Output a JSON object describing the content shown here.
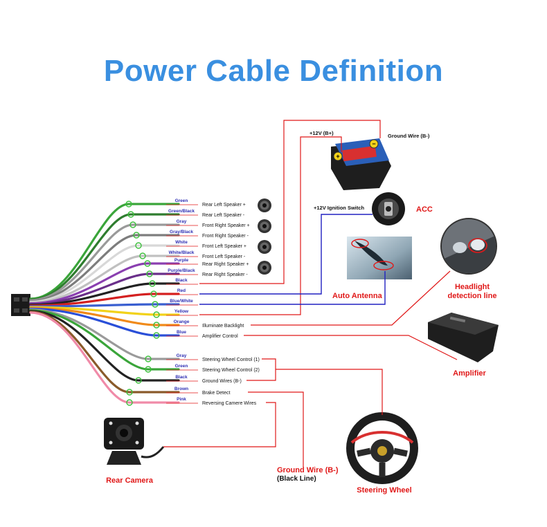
{
  "title": "Power Cable Definition",
  "wires": [
    {
      "color_name": "Green",
      "function": "Rear Left Speaker +",
      "hex": "#3aa53a"
    },
    {
      "color_name": "Green/Black",
      "function": "Rear Left Speaker -",
      "hex": "#2f7d2f"
    },
    {
      "color_name": "Gray",
      "function": "Front Right Speaker +",
      "hex": "#9a9a9a"
    },
    {
      "color_name": "Gray/Black",
      "function": "Front Right Speaker -",
      "hex": "#7d7d7d"
    },
    {
      "color_name": "White",
      "function": "Front Left Speaker +",
      "hex": "#d8d8d8"
    },
    {
      "color_name": "White/Black",
      "function": "Front Left Speaker -",
      "hex": "#c0c0c0"
    },
    {
      "color_name": "Purple",
      "function": "Rear Right Speaker +",
      "hex": "#8a3fb0"
    },
    {
      "color_name": "Purple/Black",
      "function": "Rear Right Speaker -",
      "hex": "#6a2f8a"
    },
    {
      "color_name": "Black",
      "function": "",
      "hex": "#222222"
    },
    {
      "color_name": "Red",
      "function": "",
      "hex": "#d42020"
    },
    {
      "color_name": "Blue/White",
      "function": "",
      "hex": "#3a5fd0"
    },
    {
      "color_name": "Yellow",
      "function": "",
      "hex": "#f2d21a"
    },
    {
      "color_name": "Orange",
      "function": "Illuminate Backlight",
      "hex": "#f08a1a"
    },
    {
      "color_name": "Blue",
      "function": "Amplifier Control",
      "hex": "#2a4fd8"
    },
    {
      "color_name": "Gray",
      "function": "Steering Wheel Control (1)",
      "hex": "#9a9a9a"
    },
    {
      "color_name": "Green",
      "function": "Steering Wheel Control (2)",
      "hex": "#3aa53a"
    },
    {
      "color_name": "Black",
      "function": "Ground Wires (B-)",
      "hex": "#222222"
    },
    {
      "color_name": "Brown",
      "function": "Brake Detect",
      "hex": "#8a5a2a"
    },
    {
      "color_name": "Pink",
      "function": "Reversing Camere Wires",
      "hex": "#f08aa8"
    }
  ],
  "battery": {
    "plus_label": "+12V  (B+)",
    "ground_label": "Ground Wire (B-)"
  },
  "ignition": {
    "label": "+12V  Ignition Switch",
    "acc": "ACC"
  },
  "antenna": {
    "label": "Auto Antenna"
  },
  "headlight": {
    "line1": "Headlight",
    "line2": "detection line"
  },
  "amplifier": {
    "label": "Amplifier"
  },
  "rear_camera": {
    "label": "Rear Camera"
  },
  "ground_note": {
    "line1": "Ground Wire (B-)",
    "line2": "(Black Line)"
  },
  "steering": {
    "label": "Steering Wheel"
  },
  "colors": {
    "title": "#3a8fe0",
    "wire_label": "#2d2db3",
    "accent_red": "#e01818",
    "line_blue": "#2020c0"
  }
}
